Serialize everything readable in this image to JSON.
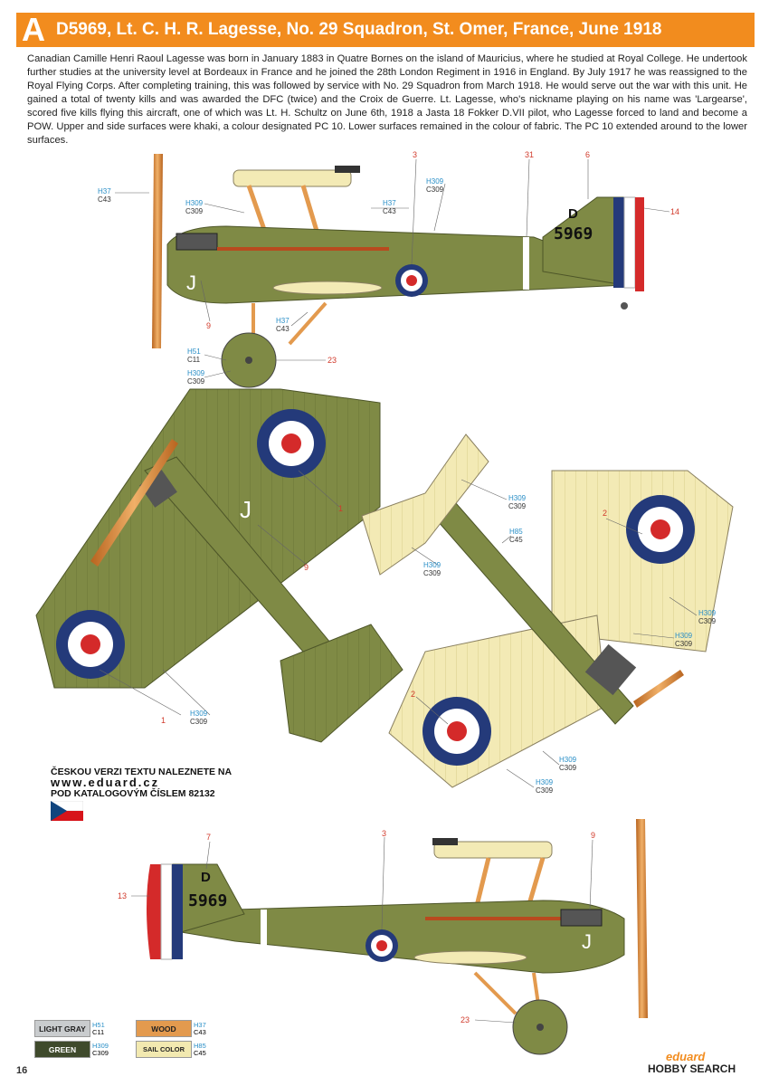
{
  "header": {
    "letter": "A",
    "title": "D5969, Lt. C. H. R. Lagesse, No. 29 Squadron, St. Omer, France, June 1918"
  },
  "intro_text": "Canadian Camille Henri Raoul Lagesse was born in January 1883 in Quatre Bornes on the island of Mauricius, where he studied at Royal College. He undertook further studies at the university level at Bordeaux in France and he joined the 28th London Regiment in 1916 in England. By July 1917 he was reassigned to the Royal Flying Corps. After completing training, this was followed by service with No. 29 Squadron from March 1918. He would serve out the war with this unit. He gained a total of twenty kills and was awarded the DFC (twice) and the Croix de Guerre. Lt. Lagesse, who's nickname playing on his name was 'Largearse', scored five kills flying this aircraft, one of which was Lt. H. Schultz on June 6th, 1918 a Jasta 18 Fokker D.VII pilot, who Lagesse forced to land and become a POW. Upper and side surfaces were khaki, a colour designated PC 10. Lower surfaces remained in the colour of fabric. The PC 10 extended around to the lower surfaces.",
  "aircraft": {
    "serial": "5969",
    "code_letter": "D",
    "individual_letter": "J"
  },
  "callouts": {
    "c1": {
      "h": "H37",
      "c": "C43"
    },
    "c2": {
      "h": "H309",
      "c": "C309"
    },
    "c3": {
      "h": "H37",
      "c": "C43"
    },
    "c4": {
      "h": "H309",
      "c": "C309"
    },
    "c5": {
      "h": "H37",
      "c": "C43"
    },
    "c6": {
      "h": "H51",
      "c": "C11"
    },
    "c7": {
      "h": "H309",
      "c": "C309"
    },
    "c8": {
      "h": "H309",
      "c": "C309"
    },
    "c9": {
      "h": "H309",
      "c": "C309"
    },
    "c10": {
      "h": "H85",
      "c": "C45"
    },
    "c11": {
      "h": "H309",
      "c": "C309"
    },
    "c12": {
      "h": "H309",
      "c": "C309"
    },
    "c13": {
      "h": "H309",
      "c": "C309"
    },
    "c14": {
      "h": "H309",
      "c": "C309"
    },
    "c15": {
      "h": "H309",
      "c": "C309"
    }
  },
  "numbers": {
    "n3a": "3",
    "n31": "31",
    "n6": "6",
    "n14": "14",
    "n9a": "9",
    "n23a": "23",
    "n1a": "1",
    "n9b": "9",
    "n1b": "1",
    "n2a": "2",
    "n2b": "2",
    "n7": "7",
    "n3b": "3",
    "n9c": "9",
    "n13": "13",
    "n23b": "23"
  },
  "czech_note": {
    "line1": "ČESKOU VERZI TEXTU NALEZNETE NA",
    "line2": "www.eduard.cz",
    "line3": "POD KATALOGOVÝM ČÍSLEM 82132"
  },
  "legend": [
    {
      "name": "LIGHT GRAY",
      "h": "H51",
      "c": "C11",
      "bg": "#c9ccce",
      "fg": "#222"
    },
    {
      "name": "WOOD",
      "h": "H37",
      "c": "C43",
      "bg": "#e39a4e",
      "fg": "#222"
    },
    {
      "name": "GREEN",
      "h": "H309",
      "c": "C309",
      "bg": "#3f4a2c",
      "fg": "#fff"
    },
    {
      "name": "SAIL COLOR",
      "h": "H85",
      "c": "C45",
      "bg": "#f2e9b0",
      "fg": "#222"
    }
  ],
  "page_number": "16",
  "brand": "eduard",
  "watermark": "HOBBY SEARCH",
  "colors": {
    "accent": "#f28c1e",
    "khaki": "#7f8a45",
    "sail": "#f3eab5",
    "wood": "#e39a4e",
    "roundel_blue": "#243a7a",
    "roundel_red": "#d42a2a"
  }
}
